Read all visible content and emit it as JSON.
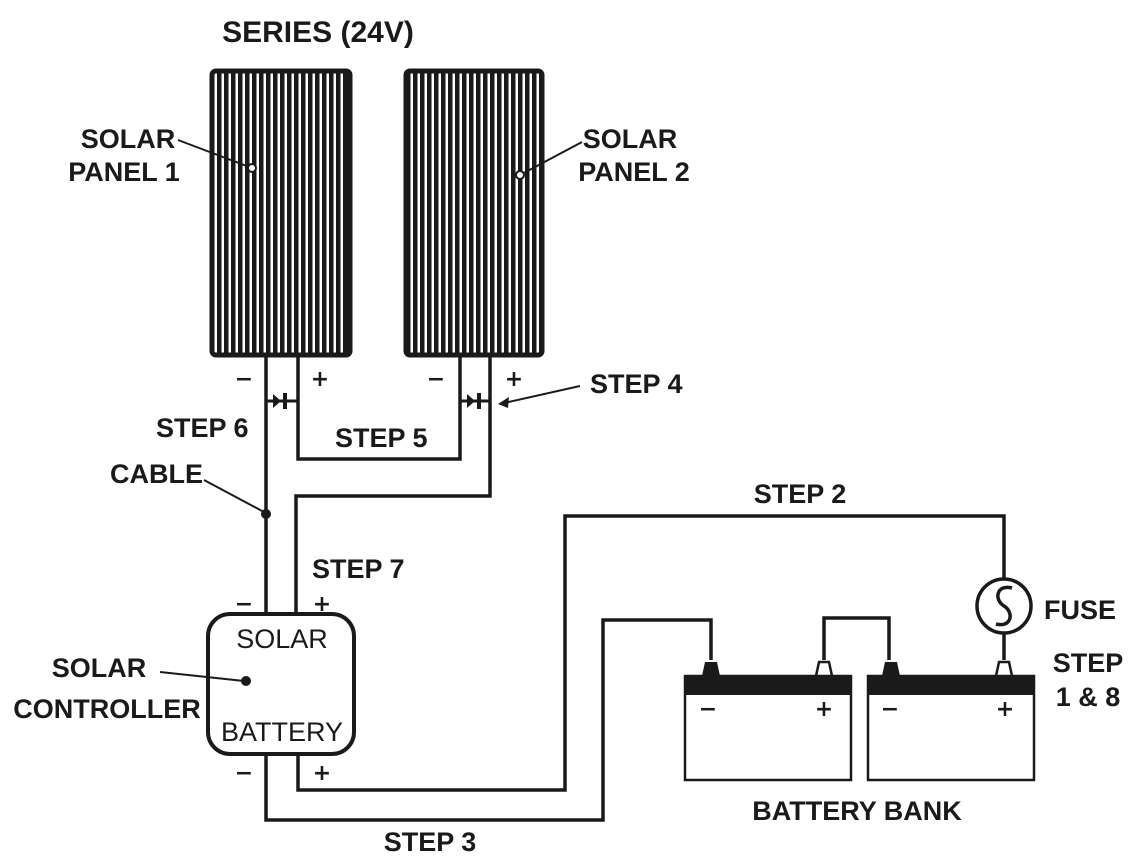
{
  "title": "SERIES (24V)",
  "panels": {
    "panel1_line1": "SOLAR",
    "panel1_line2": "PANEL 1",
    "panel2_line1": "SOLAR",
    "panel2_line2": "PANEL 2",
    "minus": "−",
    "plus": "+"
  },
  "steps": {
    "step2": "STEP 2",
    "step3": "STEP 3",
    "step4": "STEP 4",
    "step5": "STEP 5",
    "step6": "STEP 6",
    "step7": "STEP 7",
    "step18_line1": "STEP",
    "step18_line2": "1 & 8"
  },
  "labels": {
    "cable": "CABLE",
    "fuse": "FUSE",
    "battery_bank": "BATTERY BANK"
  },
  "controller": {
    "label_line1": "SOLAR",
    "label_line2": "CONTROLLER",
    "solar_terminal": "SOLAR",
    "battery_terminal": "BATTERY"
  },
  "batteries": {
    "minus": "−",
    "plus": "+"
  }
}
